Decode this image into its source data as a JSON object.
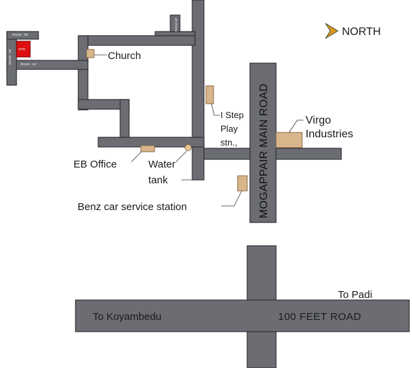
{
  "compass": {
    "label": "NORTH",
    "icon": "north-arrow-icon"
  },
  "roads": {
    "road_35": "ROAD - 35'",
    "road_33": "ROAD - 33'",
    "road_24": "ROAD - 24'",
    "road_40": "ROAD 40'",
    "mogappair": "MOGAPPAIR MAIN ROAD",
    "hundred_feet": "100  FEET  ROAD",
    "to_koyambedu": "To Koyambedu",
    "to_padi": "To Padi"
  },
  "site": {
    "label": "SITE",
    "color": "#dd1111"
  },
  "landmarks": {
    "church": "Church",
    "istep_1": "I Step",
    "istep_2": "Play",
    "istep_3": "stn.,",
    "virgo_1": "Virgo",
    "virgo_2": "Industries",
    "eb_office": "EB Office",
    "water_1": "Water",
    "water_2": "tank",
    "benz": "Benz car service station"
  },
  "colors": {
    "road": "#6b6d73",
    "landmark": "#d9b58c",
    "compass": "#d99a1c"
  }
}
